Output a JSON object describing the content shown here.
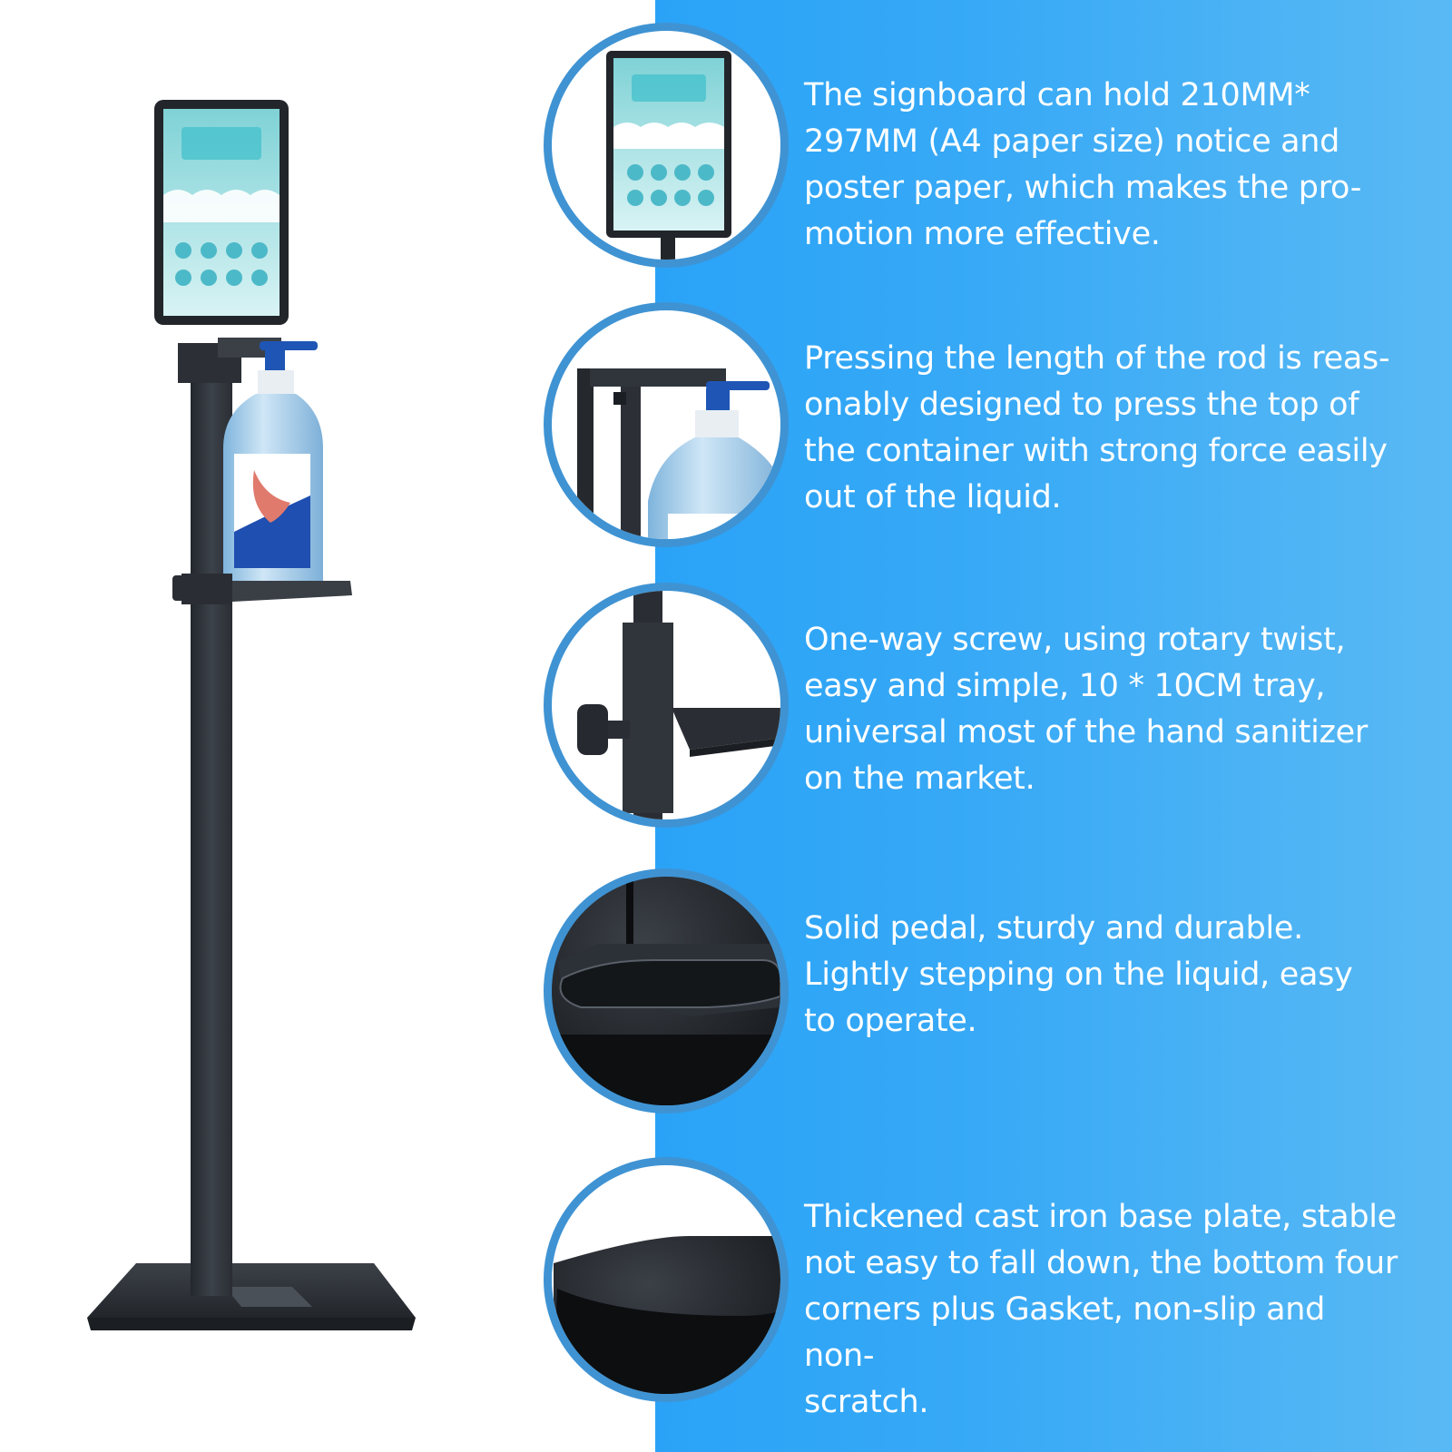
{
  "colors": {
    "panel": "#2ea5f7",
    "ring": "#3f9ad8",
    "stand": "#30353c",
    "text": "#ffffff"
  },
  "features": [
    {
      "icon": "signboard-closeup",
      "text": "The signboard can hold 210MM*\n297MM (A4 paper size) notice and\nposter paper, which makes the pro-\nmotion more effective."
    },
    {
      "icon": "press-rod-closeup",
      "text": "Pressing the length of the rod is reas-\nonably designed to press the top of\nthe container with strong force easily\nout of the liquid."
    },
    {
      "icon": "screw-tray-closeup",
      "text": "One-way screw, using rotary twist,\neasy and simple, 10 * 10CM tray,\nuniversal most of the hand sanitizer\non the market."
    },
    {
      "icon": "pedal-closeup",
      "text": "Solid pedal, sturdy and durable.\nLightly stepping on the liquid, easy\nto operate."
    },
    {
      "icon": "base-plate-closeup",
      "text": "Thickened cast iron base plate, stable\nnot easy to fall down, the bottom four\ncorners plus Gasket, non-slip and non-\nscratch."
    }
  ]
}
